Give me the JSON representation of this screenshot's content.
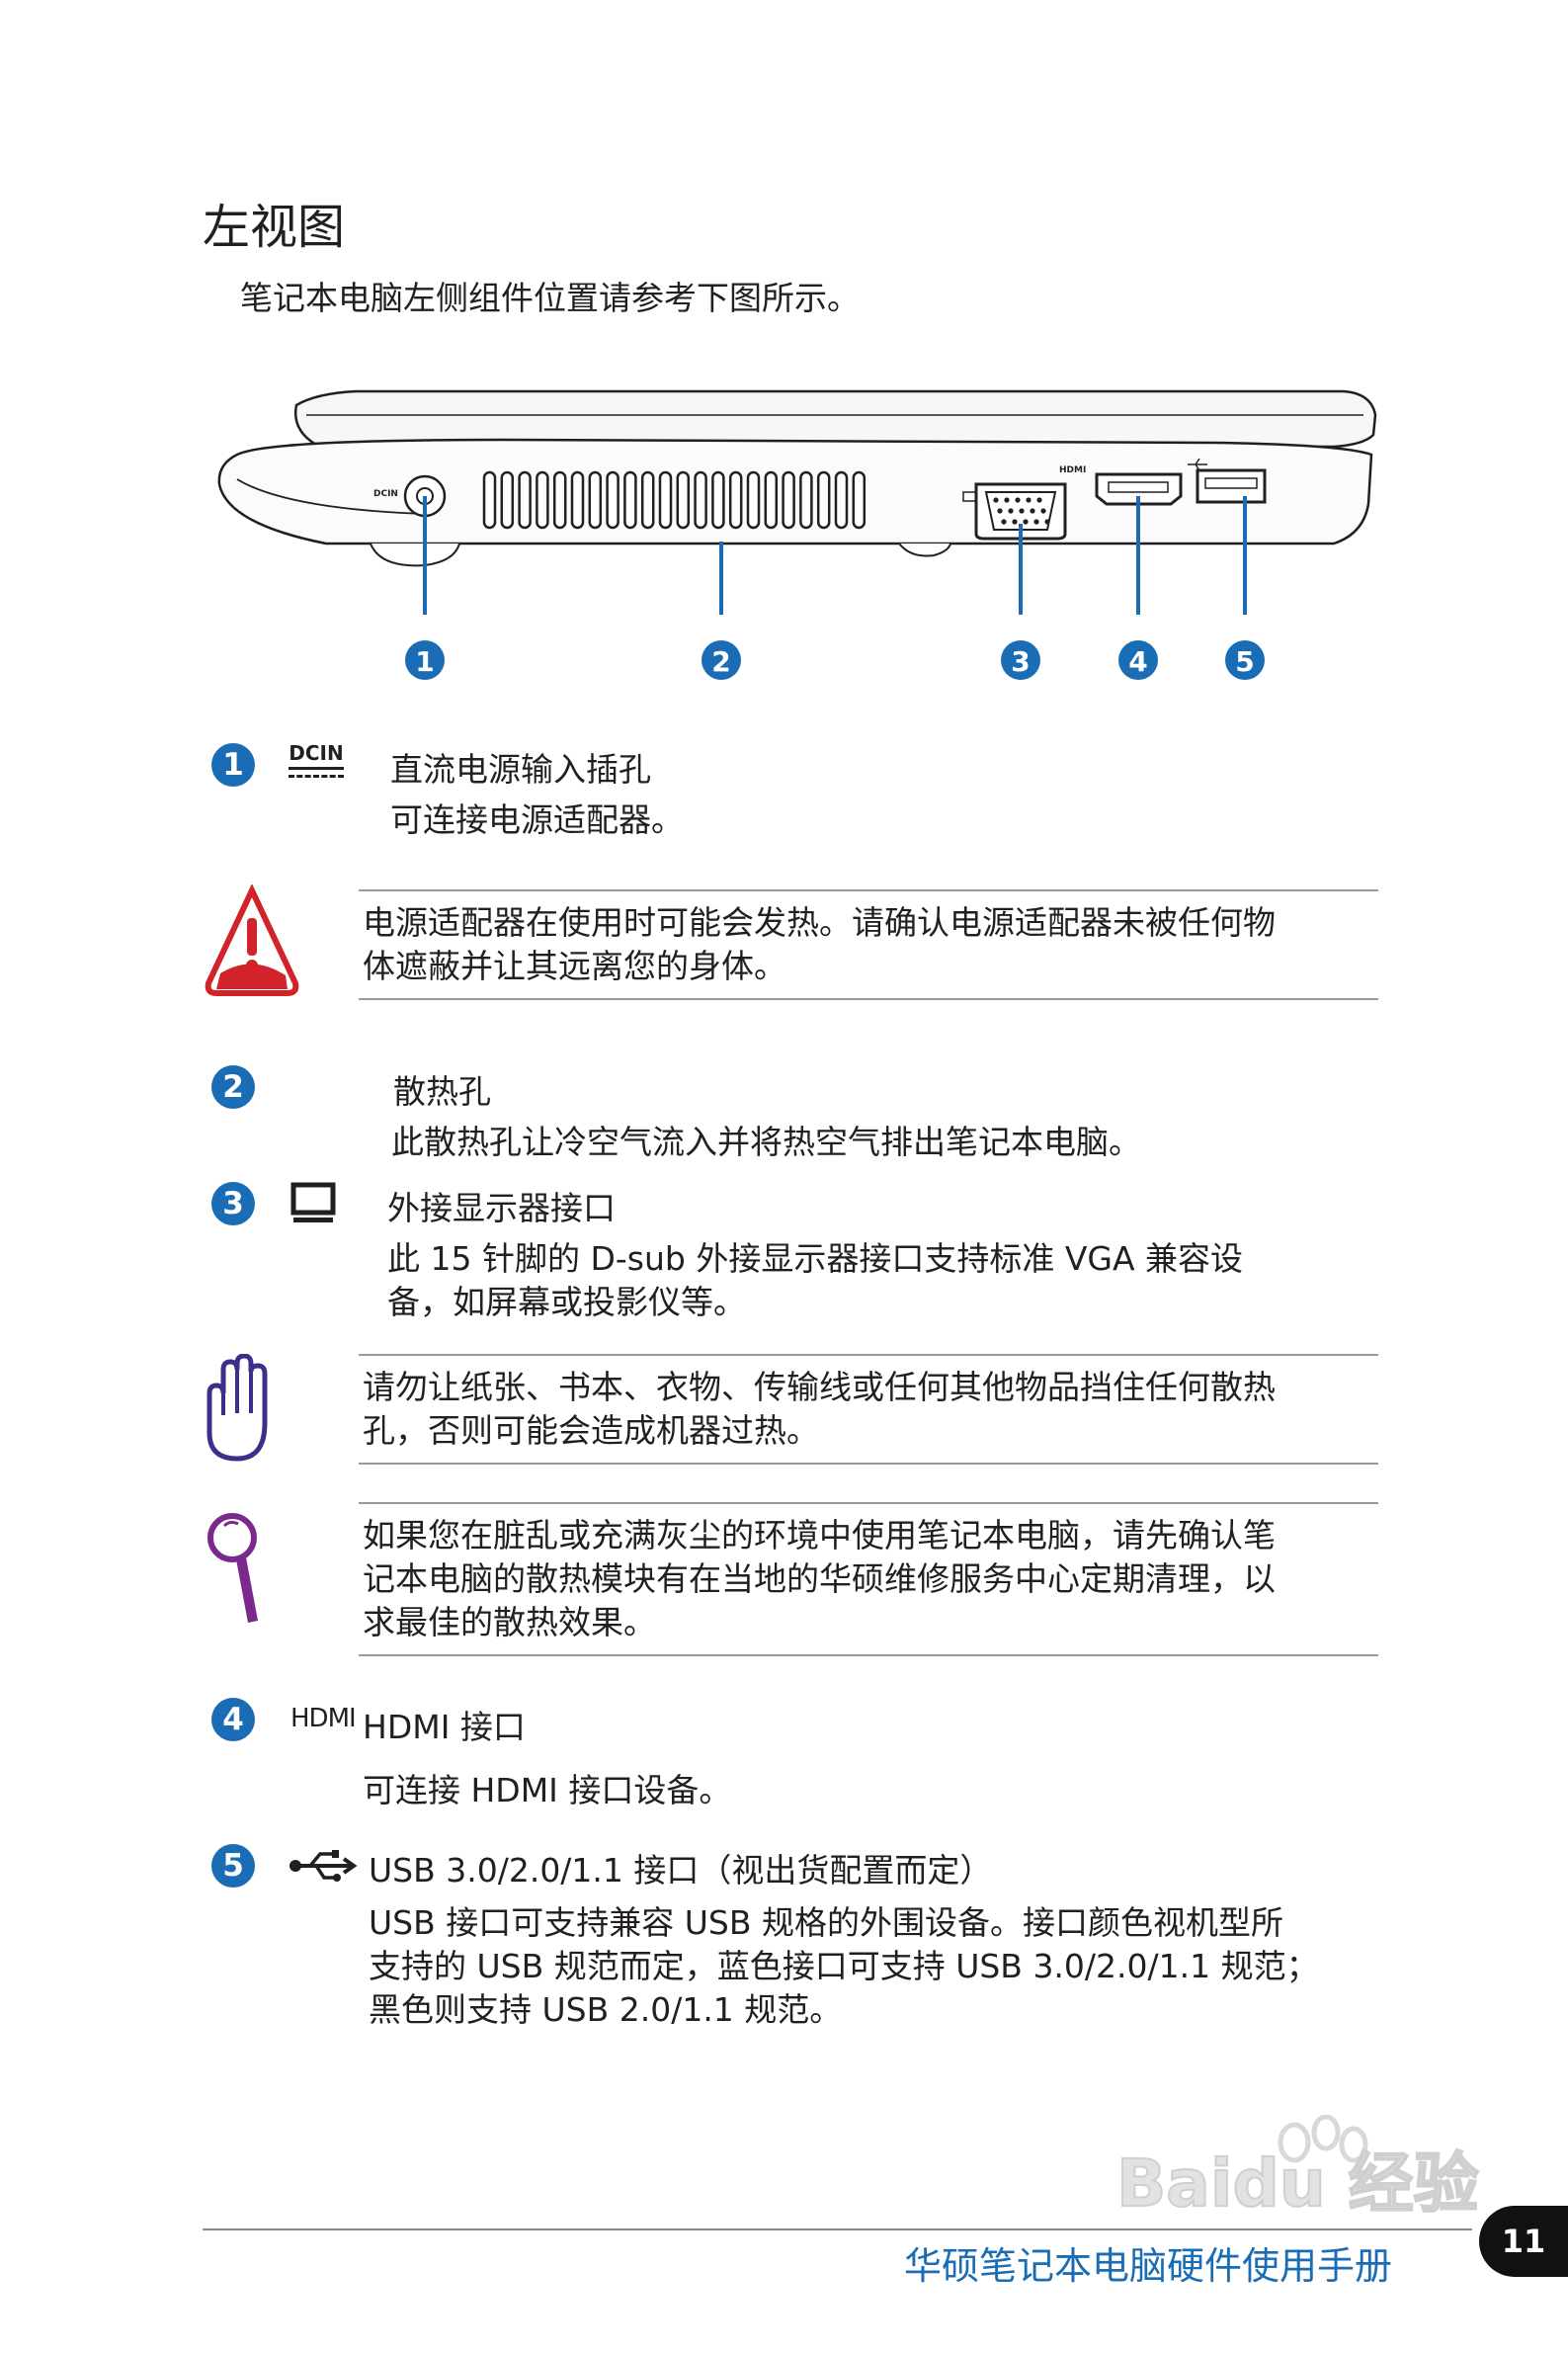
{
  "page": {
    "title": "左视图",
    "intro": "笔记本电脑左侧组件位置请参考下图所示。"
  },
  "diagram": {
    "labels": {
      "dcin": "DCIN",
      "hdmi": "HDMI"
    },
    "callouts": [
      "1",
      "2",
      "3",
      "4",
      "5"
    ]
  },
  "items": [
    {
      "number": "1",
      "icon_text": "DCIN",
      "heading": "直流电源输入插孔",
      "description": "可连接电源适配器。"
    },
    {
      "number": "2",
      "heading": "散热孔",
      "description": "此散热孔让冷空气流入并将热空气排出笔记本电脑。"
    },
    {
      "number": "3",
      "heading": "外接显示器接口",
      "description_lines": [
        "此 15 针脚的 D-sub 外接显示器接口支持标准 VGA 兼容设",
        "备，如屏幕或投影仪等。"
      ]
    },
    {
      "number": "4",
      "icon_text": "HDMI",
      "heading": "HDMI 接口",
      "description": "可连接 HDMI 接口设备。"
    },
    {
      "number": "5",
      "heading": "USB 3.0/2.0/1.1 接口（视出货配置而定）",
      "description_lines": [
        "USB 接口可支持兼容 USB 规格的外围设备。接口颜色视机型所",
        "支持的 USB 规范而定，蓝色接口可支持 USB 3.0/2.0/1.1 规范；",
        "黑色则支持 USB 2.0/1.1 规范。"
      ]
    }
  ],
  "notes": {
    "warning": [
      "电源适配器在使用时可能会发热。请确认电源适配器未被任何物",
      "体遮蔽并让其远离您的身体。"
    ],
    "caution": [
      "请勿让纸张、书本、衣物、传输线或任何其他物品挡住任何散热",
      "孔，否则可能会造成机器过热。"
    ],
    "tip": [
      "如果您在脏乱或充满灰尘的环境中使用笔记本电脑，请先确认笔",
      "记本电脑的散热模块有在当地的华硕维修服务中心定期清理，以",
      "求最佳的散热效果。"
    ]
  },
  "footer": {
    "manual_title": "华硕笔记本电脑硬件使用手册",
    "page_number": "11"
  },
  "watermark": {
    "text": "Baidu 经验"
  },
  "colors": {
    "accent": "#1a6cb5",
    "warning": "#d2232a",
    "caution": "#3b2f8a",
    "tip": "#7b2a8c"
  }
}
